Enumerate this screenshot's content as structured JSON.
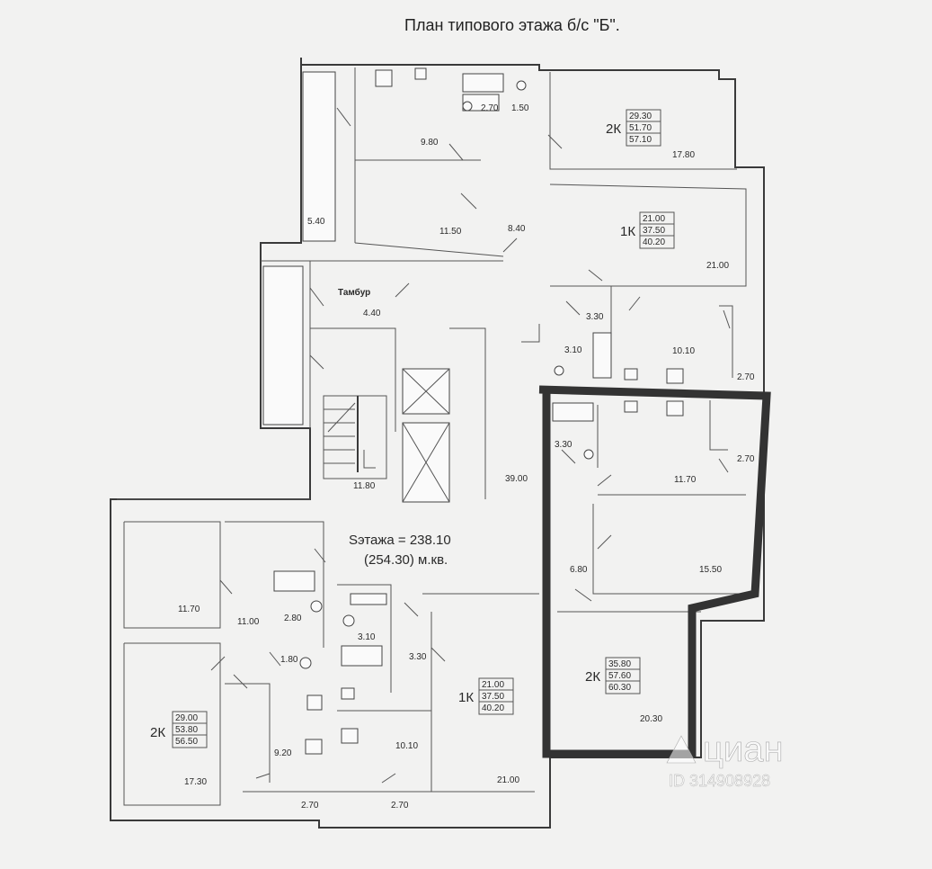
{
  "plan": {
    "title": "План типового этажа б/с \"Б\".",
    "floor_area_line1": "Sэтажа = 238.10",
    "floor_area_line2": "(254.30) м.кв.",
    "tambur_label": "Тамбур",
    "rooms": {
      "r2_70_top": "2.70",
      "r1_50": "1.50",
      "r9_80": "9.80",
      "r17_80": "17.80",
      "r5_40": "5.40",
      "r11_50": "11.50",
      "r8_40": "8.40",
      "r21_00_top": "21.00",
      "r4_40": "4.40",
      "r3_30_mid": "3.30",
      "r3_10_mid": "3.10",
      "r10_10_top": "10.10",
      "r2_70_right1": "2.70",
      "r3_30_hl": "3.30",
      "r11_80": "11.80",
      "r39_00": "39.00",
      "r11_70_hl": "11.70",
      "r2_70_right2": "2.70",
      "r6_80": "6.80",
      "r15_50": "15.50",
      "r20_30": "20.30",
      "r11_70_left": "11.70",
      "r11_00": "11.00",
      "r2_80": "2.80",
      "r3_10_bot": "3.10",
      "r3_30_bot": "3.30",
      "r1_80": "1.80",
      "r9_20": "9.20",
      "r10_10_bot": "10.10",
      "r21_00_bot": "21.00",
      "r17_30": "17.30",
      "r2_70_bot1": "2.70",
      "r2_70_bot2": "2.70"
    },
    "apartments": [
      {
        "type": "2К",
        "a": "29.30",
        "b": "51.70",
        "c": "57.10"
      },
      {
        "type": "1К",
        "a": "21.00",
        "b": "37.50",
        "c": "40.20"
      },
      {
        "type": "2К",
        "a": "35.80",
        "b": "57.60",
        "c": "60.30"
      },
      {
        "type": "1К",
        "a": "21.00",
        "b": "37.50",
        "c": "40.20"
      },
      {
        "type": "2К",
        "a": "29.00",
        "b": "53.80",
        "c": "56.50"
      }
    ]
  },
  "watermark": {
    "brand": "циан",
    "id_text": "ID 314908928"
  }
}
